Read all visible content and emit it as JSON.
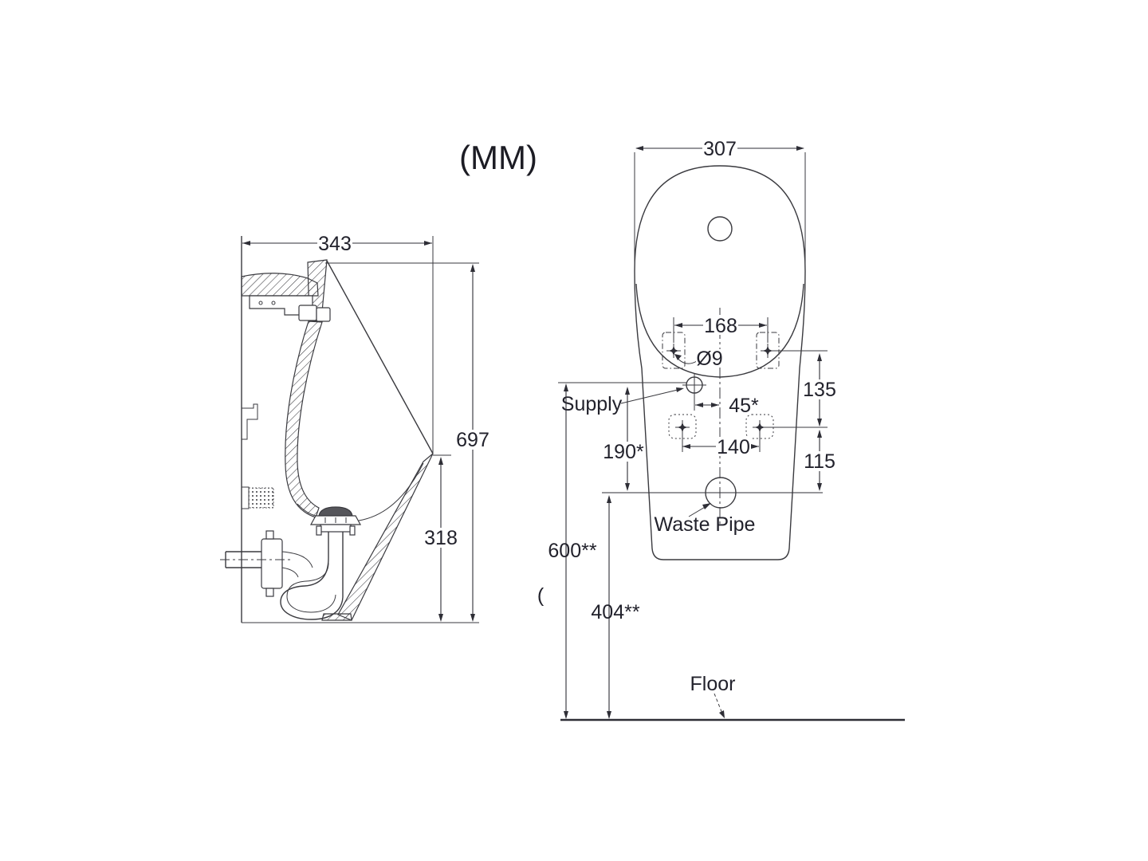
{
  "units_label": "(MM)",
  "line_color": "#3a3a3f",
  "text_color": "#22222c",
  "side_view": {
    "width": "343",
    "overall_height": "697",
    "lip_to_bottom": "318"
  },
  "front_view": {
    "width": "307",
    "top_holes_spacing": "168",
    "hole_diameter": "Ø9",
    "supply_to_center": "45*",
    "top_to_bottom_holes": "135",
    "bottom_holes_spacing": "140",
    "bottom_holes_to_waste": "115",
    "supply_to_waste": "190*",
    "supply_above_floor": "600**",
    "waste_above_floor": "404**",
    "supply_label": "Supply",
    "waste_pipe_label": "Waste Pipe",
    "floor_label": "Floor",
    "stray_mark": "("
  }
}
